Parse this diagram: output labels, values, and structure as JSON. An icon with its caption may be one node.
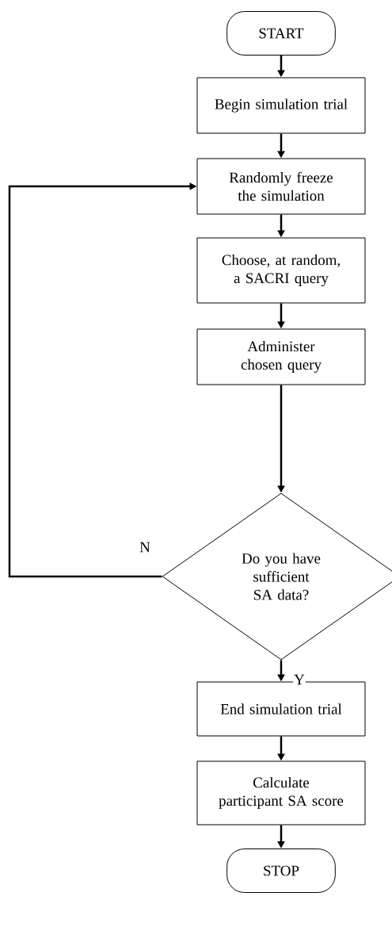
{
  "diagram": {
    "nodes": [
      {
        "text": [
          "START"
        ]
      },
      {
        "text": [
          "Begin simulation trial"
        ]
      },
      {
        "text": [
          "Randomly freeze the simulation"
        ]
      },
      {
        "text": [
          "Choose, at random, a SACRI query"
        ]
      },
      {
        "text": [
          "Administer chosen query"
        ]
      },
      {
        "text": [
          "Do you have sufficient SA data?"
        ]
      },
      {
        "text": [
          "End simulation trial"
        ]
      },
      {
        "text": [
          "Calculate participant SA score"
        ]
      },
      {
        "text": [
          "STOP"
        ]
      }
    ],
    "edges": [
      {
        "from": 0,
        "to": 1,
        "arrow": "to"
      },
      {
        "from": 1,
        "to": 2,
        "arrow": "to"
      },
      {
        "from": 2,
        "to": 3,
        "arrow": "to"
      },
      {
        "from": 3,
        "to": 4,
        "arrow": "to"
      },
      {
        "from": 4,
        "to": 5,
        "arrow": "to"
      },
      {
        "from": 5,
        "to": 2,
        "label": "N",
        "arrow": "to"
      },
      {
        "from": 5,
        "to": 6,
        "label": "Y",
        "arrow": "to"
      },
      {
        "from": 6,
        "to": 7,
        "arrow": "to"
      },
      {
        "from": 7,
        "to": 8,
        "arrow": "to"
      }
    ]
  }
}
